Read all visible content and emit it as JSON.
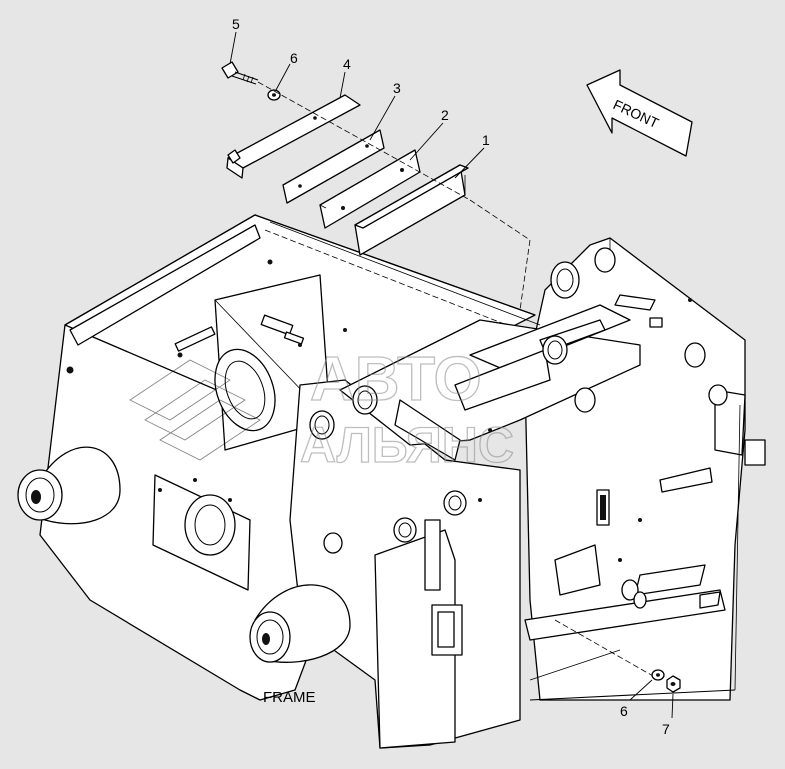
{
  "callouts": {
    "c1": "1",
    "c2": "2",
    "c3": "3",
    "c4": "4",
    "c5": "5",
    "c6_top": "6",
    "c6_bottom": "6",
    "c7": "7"
  },
  "direction_label": "FRONT",
  "frame_label": "FRAME",
  "watermark": {
    "line1": "АВТО",
    "line2": "АЛЬЯНС"
  },
  "colors": {
    "background": "#e6e6e6",
    "line": "#000000",
    "fill": "#ffffff"
  }
}
